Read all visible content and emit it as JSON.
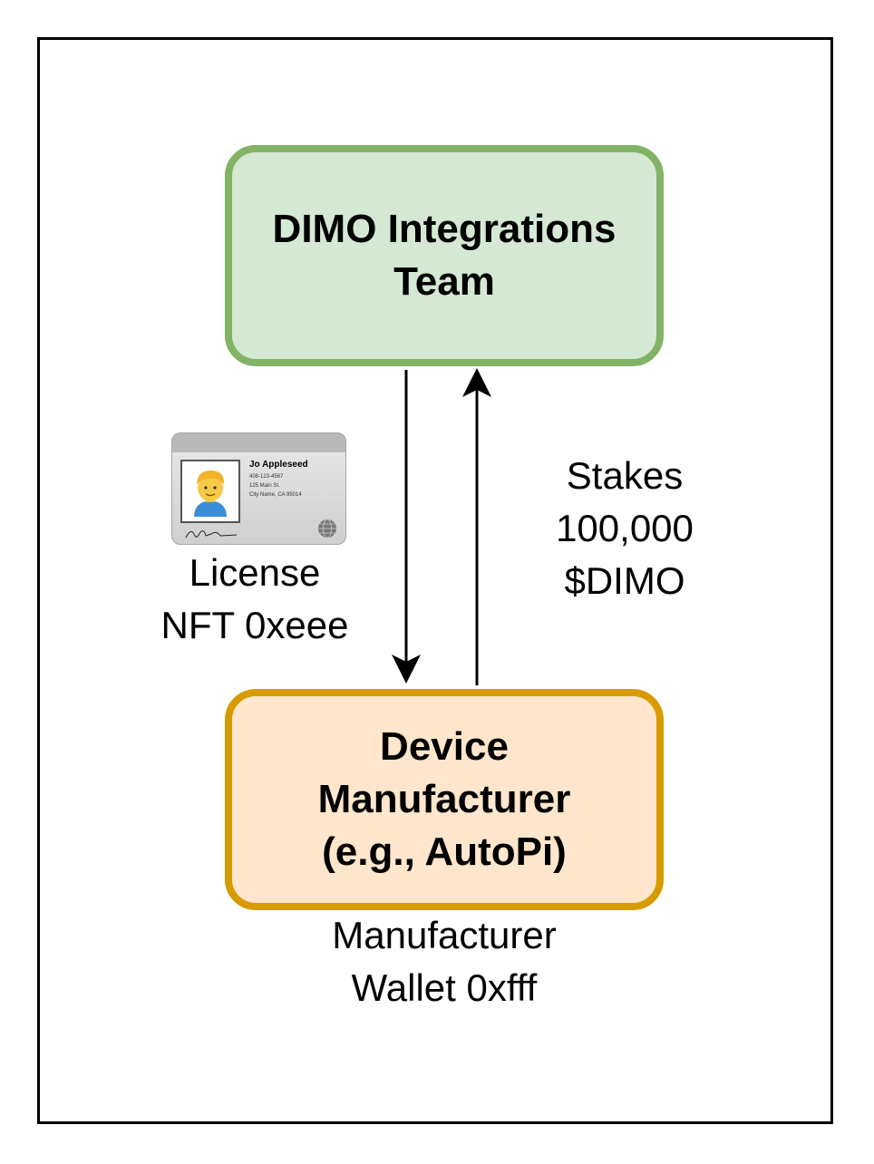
{
  "nodes": {
    "integrations_team": {
      "label": "DIMO Integrations\nTeam",
      "fill": "#d5e8d4",
      "stroke": "#82b366"
    },
    "device_manufacturer": {
      "label": "Device\nManufacturer\n(e.g., AutoPi)",
      "fill": "#ffe6cc",
      "stroke": "#d79b00"
    }
  },
  "edges": [
    {
      "from": "integrations_team",
      "to": "device_manufacturer",
      "label": "License\nNFT 0xeee"
    },
    {
      "from": "device_manufacturer",
      "to": "integrations_team",
      "label": "Stakes\n100,000\n$DIMO"
    }
  ],
  "wallet_label": "Manufacturer\nWallet 0xfff",
  "license_card": {
    "name": "Jo Appleseed",
    "phone": "408-123-4567",
    "street": "125 Main St.",
    "city": "City Name, CA 95014",
    "icons": [
      "person-icon",
      "signature-icon",
      "globe-icon"
    ]
  }
}
